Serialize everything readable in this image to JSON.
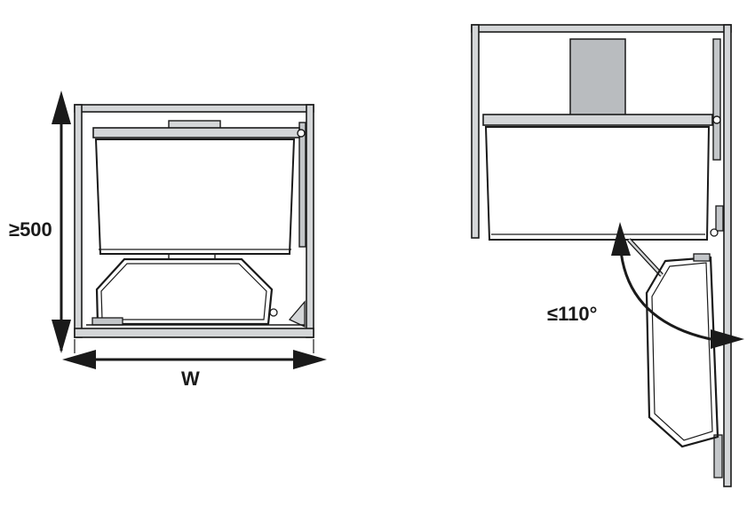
{
  "left_view": {
    "height_label": "≥500",
    "width_label": "W"
  },
  "right_view": {
    "angle_label": "≤110°"
  },
  "colors": {
    "line": "#1a1a1a",
    "panel_fill": "#d4d6d8",
    "panel_dark": "#b9bcbf",
    "background": "#ffffff"
  }
}
